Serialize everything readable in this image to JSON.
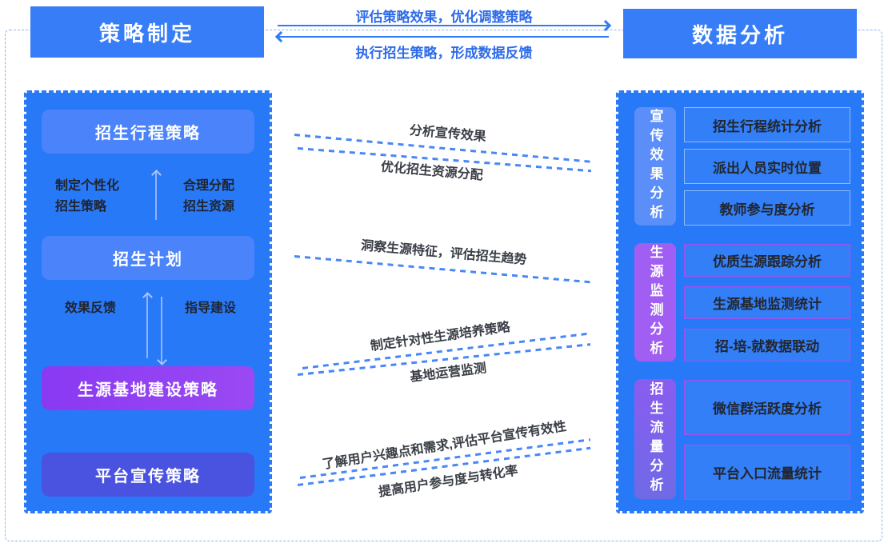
{
  "headers": {
    "left": "策略制定",
    "right": "数据分析"
  },
  "top_flow": {
    "to_right_label": "评估策略效果，优化调整策略",
    "to_left_label": "执行招生策略，形成数据反馈"
  },
  "left_panel": {
    "strategy_itinerary": "招生行程策略",
    "note_personalized_line1": "制定个性化",
    "note_personalized_line2": "招生策略",
    "note_allocate_line1": "合理分配",
    "note_allocate_line2": "招生资源",
    "plan": "招生计划",
    "note_feedback": "效果反馈",
    "note_guide": "指导建设",
    "base_strategy": "生源基地建设策略",
    "platform_strategy": "平台宣传策略"
  },
  "right_panel": {
    "sections": [
      {
        "label": "宣传效果分析",
        "items": [
          "招生行程统计分析",
          "派出人员实时位置",
          "教师参与度分析"
        ]
      },
      {
        "label": "生源监测分析",
        "items": [
          "优质生源跟踪分析",
          "生源基地监测统计",
          "招-培-就数据联动"
        ]
      },
      {
        "label": "招生流量分析",
        "items": [
          "微信群活跃度分析",
          "平台入口流量统计"
        ]
      }
    ]
  },
  "mid_arrows": {
    "analyze_effect": "分析宣传效果",
    "optimize_resource": "优化招生资源分配",
    "insight_trend": "洞察生源特征，评估招生趋势",
    "targeted_cultivation": "制定针对性生源培养策略",
    "base_monitoring": "基地运营监测",
    "user_interest": "了解用户兴趣点和需求,评估平台宣传有效性",
    "improve_conversion": "提高用户参与度与转化率"
  },
  "colors": {
    "panel_blue": "#2879f8",
    "header_blue": "#377df8",
    "inner_box_blue": "#4a83fa",
    "purple_box": "#8a3bf2",
    "indigo_box": "#4a52e0",
    "section1_label": "#5b8ef9",
    "section2_label": "#a15ef2",
    "section3_label": "#7a68e8",
    "dashed_arrow": "#4787f8",
    "flow_text": "#2d6be8"
  }
}
